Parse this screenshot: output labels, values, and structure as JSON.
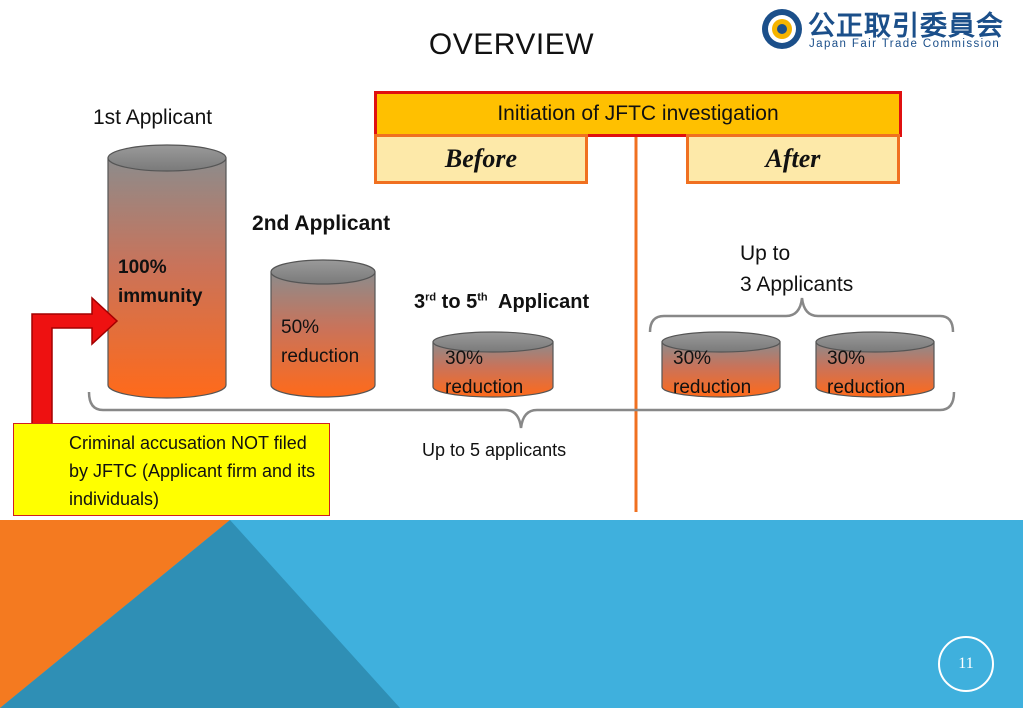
{
  "slide": {
    "title": "OVERVIEW",
    "page_number": "11"
  },
  "logo": {
    "name_jp": "公正取引委員会",
    "name_en": "Japan Fair Trade Commission",
    "icon": "jftc-emblem-icon"
  },
  "timeline": {
    "initiation": "Initiation of JFTC investigation",
    "before": "Before",
    "after": "After"
  },
  "applicants": {
    "first": {
      "label": "1st Applicant",
      "line1": "100%",
      "line2": "immunity"
    },
    "second": {
      "label_num": "2",
      "label_rest": "nd Applicant",
      "line1": "50%",
      "line2": "reduction"
    },
    "third": {
      "label_a": "3",
      "label_sup_a": "rd",
      "label_b": " to 5",
      "label_sup_b": "th",
      "label_c": "  Applicant",
      "line1": "30%",
      "line2": "reduction"
    },
    "after_1": {
      "line1": "30%",
      "line2": "reduction"
    },
    "after_2": {
      "line1": "30%",
      "line2": "reduction"
    }
  },
  "after_group": {
    "line1": "Up to",
    "line2": "3 Applicants"
  },
  "before_group": {
    "label": "Up to 5 applicants"
  },
  "criminal_note": "Criminal accusation NOT filed by JFTC (Applicant firm and its individuals)",
  "colors": {
    "cylinder_top": "#8c8c8c",
    "cylinder_bottom": "#ff6a1a",
    "initiation_fill": "#ffc000",
    "initiation_border": "#e01010",
    "phase_fill": "#fde9a9",
    "phase_border": "#f07020",
    "divider": "#f07020",
    "arrow": "#ee1111",
    "note_fill": "#ffff00",
    "footer_blue": "#3fb0dd",
    "footer_orange": "#f47a20",
    "footer_dark": "#2f8fb5"
  }
}
